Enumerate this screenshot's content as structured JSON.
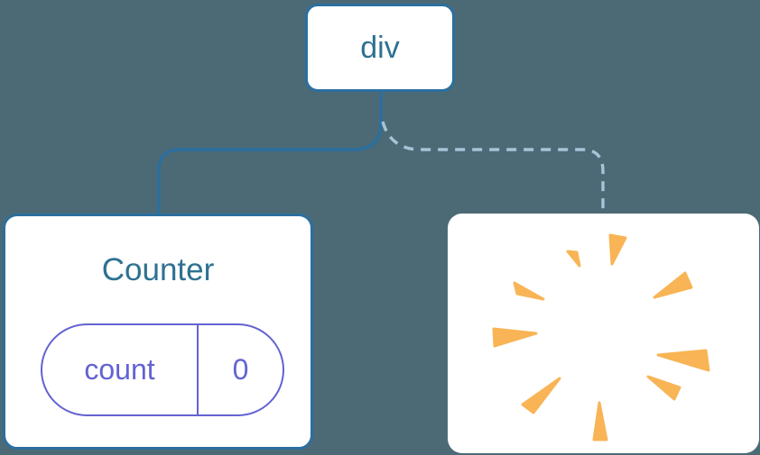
{
  "diagram": {
    "root_node": {
      "label": "div"
    },
    "counter_card": {
      "title": "Counter",
      "state_pill": {
        "key": "count",
        "value": "0"
      }
    },
    "poof_card": {
      "icon": "poof-burst-icon"
    }
  },
  "colors": {
    "background": "#4C6A75",
    "card_fill": "#FFFFFF",
    "tree_line": "#2B6F9F",
    "tree_line_dashed": "#A6C3D8",
    "label_text": "#2E7191",
    "state_accent": "#6363D2",
    "poof": "#F8B455"
  }
}
